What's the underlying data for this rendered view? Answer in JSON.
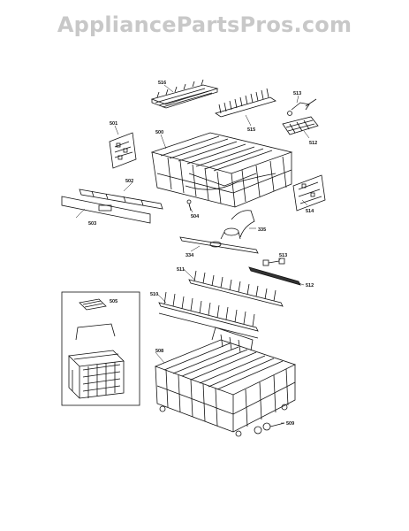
{
  "watermark": "AppliancePartsPros.com",
  "labels": {
    "p516": "516",
    "p513a": "513",
    "p515": "515",
    "p512a": "512",
    "p501": "501",
    "p500": "500",
    "p502": "502",
    "p503": "503",
    "p504": "504",
    "p514": "514",
    "p335": "335",
    "p334": "334",
    "p513b": "513",
    "p511": "511",
    "p512b": "512",
    "p510": "510",
    "p505": "505",
    "p508": "508",
    "p509": "509"
  }
}
